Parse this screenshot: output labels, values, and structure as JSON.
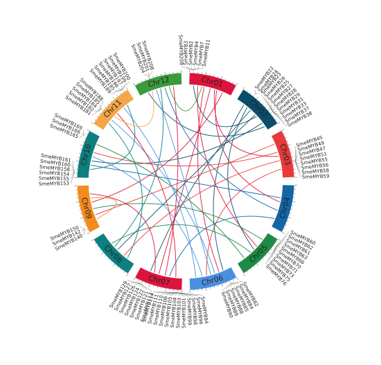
{
  "chart_data": {
    "type": "circos",
    "chromosomes": [
      {
        "name": "Chr01",
        "color": "#dc143c"
      },
      {
        "name": "Chr02",
        "color": "#0a4d6b"
      },
      {
        "name": "Chr03",
        "color": "#e83a3a"
      },
      {
        "name": "Chr04",
        "color": "#1366a6"
      },
      {
        "name": "Chr05",
        "color": "#1e8a45"
      },
      {
        "name": "Chr06",
        "color": "#4a8ee0"
      },
      {
        "name": "Chr07",
        "color": "#dc143c"
      },
      {
        "name": "Chr08",
        "color": "#0d7f7f"
      },
      {
        "name": "Chr09",
        "color": "#f28c1e"
      },
      {
        "name": "Chr10",
        "color": "#0d7f7f"
      },
      {
        "name": "Chr11",
        "color": "#f4a64a"
      },
      {
        "name": "Chr12",
        "color": "#3c9a3c"
      }
    ],
    "genes": [
      {
        "chr": "Chr01",
        "pos": 0.06,
        "names": [
          "SmeMYB208",
          "SmeMYB3",
          "SmeMYB2",
          "SmeMYB4",
          "SmeMYB7",
          "SmeMYB11"
        ]
      },
      {
        "chr": "Chr02",
        "pos": 0.25,
        "names": [
          "SmeMYB22",
          "SmeMYB24"
        ]
      },
      {
        "chr": "Chr02",
        "pos": 0.75,
        "names": [
          "SmeMYB23",
          "SmeMYB26",
          "SmeMYB25",
          "SmeMYB27",
          "SmeMYB28",
          "SmeMYB29",
          "SmeMYB31",
          "SmeMYB33",
          "SmeMYB37",
          "SmeMYB38"
        ]
      },
      {
        "chr": "Chr03",
        "pos": 0.7,
        "names": [
          "SmeMYB45",
          "SmeMYB49",
          "SmeMYB47",
          "SmeMYB51",
          "SmeMYB55",
          "SmeMYB56",
          "SmeMYB58",
          "SmeMYB59"
        ]
      },
      {
        "chr": "Chr05",
        "pos": 0.15,
        "names": [
          "SmeMYB60",
          "SmeMYB62",
          "SmeMYB61",
          "SmeMYB63",
          "SmeMYB66",
          "SmeMYB70",
          "SmeMYB71",
          "SmeMYB73",
          "SmeMYB75",
          "SmeMYB76"
        ]
      },
      {
        "chr": "Chr06",
        "pos": 0.15,
        "names": [
          "SmeMYB82",
          "SmeMYB84",
          "SmeMYB85",
          "SmeMYB88",
          "SmeMYB89",
          "SmeMYB90"
        ]
      },
      {
        "chr": "Chr07",
        "pos": 0.08,
        "names": [
          "SmeMYB94",
          "SmeMYB96",
          "SmeMYB98",
          "SmeMYB99",
          "SmeMYB101",
          "SmeMYB103",
          "SmeMYB104",
          "SmeMYB105",
          "SmeMYB106",
          "SmeMYB110",
          "SmeMYB111",
          "SmeMYB114"
        ]
      },
      {
        "chr": "Chr07",
        "pos": 0.85,
        "names": [
          "SmeMYB117",
          "SmeMYB121",
          "SmeMYB122",
          "SmeMYB124",
          "SmeMYB126",
          "SmeMYB127",
          "SmeMYB129"
        ]
      },
      {
        "chr": "Chr09",
        "pos": 0.1,
        "names": [
          "SmeMYB140",
          "SmeMYB142",
          "SmeMYB150"
        ]
      },
      {
        "chr": "Chr10",
        "pos": 0.1,
        "names": [
          "SmeMYB153",
          "SmeMYB155",
          "SmeMYB154",
          "SmeMYB158",
          "SmeMYB160",
          "SmeMYB161"
        ]
      },
      {
        "chr": "Chr10",
        "pos": 0.88,
        "names": [
          "SmeMYB165",
          "SmeMYB166",
          "SmeMYB169"
        ]
      },
      {
        "chr": "Chr11",
        "pos": 0.3,
        "names": [
          "SmeMYB181",
          "SmeMYB182",
          "SmeMYB184",
          "SmeMYB185",
          "SmeMYB188"
        ]
      },
      {
        "chr": "Chr11",
        "pos": 0.9,
        "names": [
          "SmeMYB189",
          "SmeMYB195",
          "SmeMYB196",
          "SmeMYB197",
          "SmeMYB199",
          "SmeMYB200"
        ]
      },
      {
        "chr": "Chr12",
        "pos": 0.35,
        "names": [
          "SmeMYB204",
          "SmeMYB201",
          "SmeMYB208"
        ]
      }
    ],
    "links": [
      {
        "from": [
          "Chr01",
          0.1
        ],
        "to": [
          "Chr02",
          0.6
        ],
        "color": "#0a4d6b"
      },
      {
        "from": [
          "Chr01",
          0.2
        ],
        "to": [
          "Chr05",
          0.4
        ],
        "color": "#dc143c"
      },
      {
        "from": [
          "Chr01",
          0.35
        ],
        "to": [
          "Chr06",
          0.3
        ],
        "color": "#dc143c"
      },
      {
        "from": [
          "Chr01",
          0.5
        ],
        "to": [
          "Chr07",
          0.55
        ],
        "color": "#dc143c"
      },
      {
        "from": [
          "Chr01",
          0.65
        ],
        "to": [
          "Chr04",
          0.4
        ],
        "color": "#dc143c"
      },
      {
        "from": [
          "Chr01",
          0.8
        ],
        "to": [
          "Chr09",
          0.6
        ],
        "color": "#dc143c"
      },
      {
        "from": [
          "Chr02",
          0.2
        ],
        "to": [
          "Chr06",
          0.2
        ],
        "color": "#0a4d6b"
      },
      {
        "from": [
          "Chr02",
          0.4
        ],
        "to": [
          "Chr07",
          0.75
        ],
        "color": "#0a4d6b"
      },
      {
        "from": [
          "Chr02",
          0.55
        ],
        "to": [
          "Chr08",
          0.5
        ],
        "color": "#0a4d6b"
      },
      {
        "from": [
          "Chr02",
          0.8
        ],
        "to": [
          "Chr10",
          0.4
        ],
        "color": "#0a4d6b"
      },
      {
        "from": [
          "Chr02",
          0.9
        ],
        "to": [
          "Chr12",
          0.2
        ],
        "color": "#0a4d6b"
      },
      {
        "from": [
          "Chr03",
          0.2
        ],
        "to": [
          "Chr09",
          0.3
        ],
        "color": "#e83a3a"
      },
      {
        "from": [
          "Chr03",
          0.4
        ],
        "to": [
          "Chr10",
          0.6
        ],
        "color": "#e83a3a"
      },
      {
        "from": [
          "Chr03",
          0.6
        ],
        "to": [
          "Chr08",
          0.3
        ],
        "color": "#e83a3a"
      },
      {
        "from": [
          "Chr03",
          0.8
        ],
        "to": [
          "Chr06",
          0.6
        ],
        "color": "#e83a3a"
      },
      {
        "from": [
          "Chr04",
          0.3
        ],
        "to": [
          "Chr10",
          0.3
        ],
        "color": "#1366a6"
      },
      {
        "from": [
          "Chr04",
          0.6
        ],
        "to": [
          "Chr12",
          0.6
        ],
        "color": "#1366a6"
      },
      {
        "from": [
          "Chr04",
          0.8
        ],
        "to": [
          "Chr07",
          0.3
        ],
        "color": "#1366a6"
      },
      {
        "from": [
          "Chr05",
          0.2
        ],
        "to": [
          "Chr09",
          0.45
        ],
        "color": "#1e8a45"
      },
      {
        "from": [
          "Chr05",
          0.6
        ],
        "to": [
          "Chr08",
          0.7
        ],
        "color": "#1e8a45"
      },
      {
        "from": [
          "Chr05",
          0.8
        ],
        "to": [
          "Chr10",
          0.8
        ],
        "color": "#1e8a45"
      },
      {
        "from": [
          "Chr06",
          0.4
        ],
        "to": [
          "Chr11",
          0.3
        ],
        "color": "#4a8ee0"
      },
      {
        "from": [
          "Chr06",
          0.5
        ],
        "to": [
          "Chr12",
          0.4
        ],
        "color": "#4a8ee0"
      },
      {
        "from": [
          "Chr06",
          0.7
        ],
        "to": [
          "Chr10",
          0.5
        ],
        "color": "#4a8ee0"
      },
      {
        "from": [
          "Chr06",
          0.85
        ],
        "to": [
          "Chr11",
          0.7
        ],
        "color": "#4a8ee0"
      },
      {
        "from": [
          "Chr07",
          0.15
        ],
        "to": [
          "Chr11",
          0.5
        ],
        "color": "#dc143c"
      },
      {
        "from": [
          "Chr07",
          0.4
        ],
        "to": [
          "Chr12",
          0.8
        ],
        "color": "#dc143c"
      },
      {
        "from": [
          "Chr07",
          0.65
        ],
        "to": [
          "Chr09",
          0.8
        ],
        "color": "#dc143c"
      },
      {
        "from": [
          "Chr08",
          0.2
        ],
        "to": [
          "Chr11",
          0.2
        ],
        "color": "#0d7f7f"
      },
      {
        "from": [
          "Chr08",
          0.6
        ],
        "to": [
          "Chr12",
          0.5
        ],
        "color": "#0d7f7f"
      },
      {
        "from": [
          "Chr09",
          0.2
        ],
        "to": [
          "Chr09",
          0.7
        ],
        "color": "#f28c1e"
      },
      {
        "from": [
          "Chr10",
          0.2
        ],
        "to": [
          "Chr11",
          0.8
        ],
        "color": "#0d7f7f"
      },
      {
        "from": [
          "Chr11",
          0.4
        ],
        "to": [
          "Chr12",
          0.3
        ],
        "color": "#f4a64a"
      },
      {
        "from": [
          "Chr12",
          0.7
        ],
        "to": [
          "Chr01",
          0.3
        ],
        "color": "#3c9a3c"
      },
      {
        "from": [
          "Chr01",
          0.6
        ],
        "to": [
          "Chr03",
          0.5
        ],
        "color": "#dc143c"
      },
      {
        "from": [
          "Chr02",
          0.3
        ],
        "to": [
          "Chr05",
          0.5
        ],
        "color": "#0a4d6b"
      }
    ]
  }
}
